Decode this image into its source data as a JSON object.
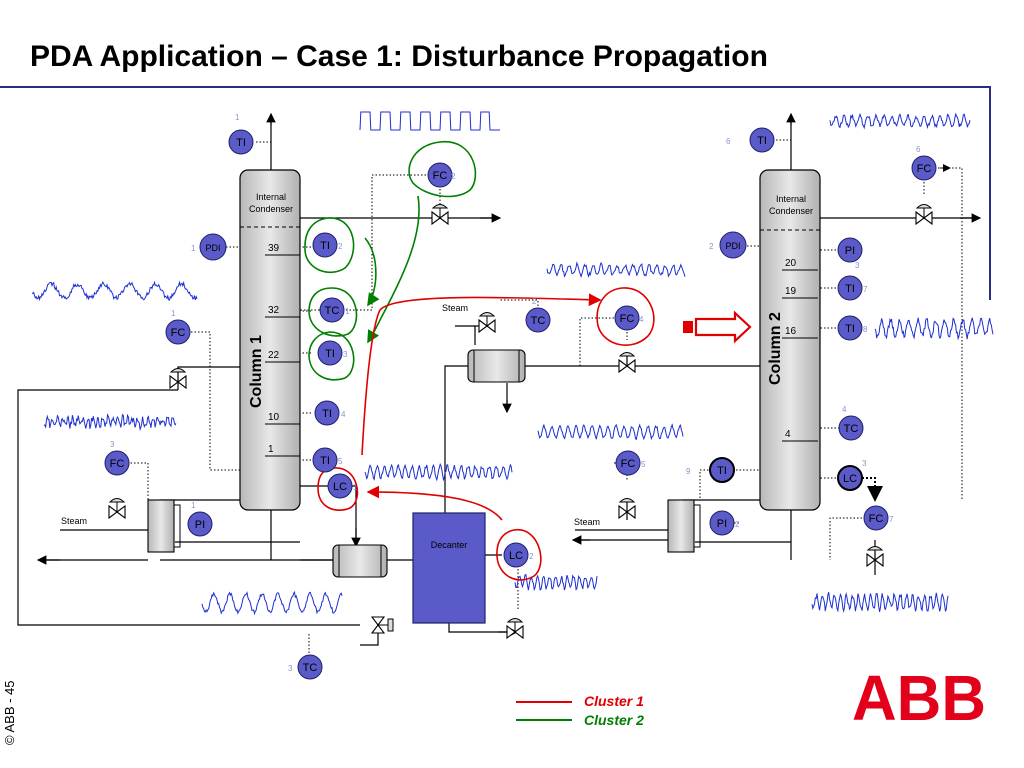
{
  "title": "PDA Application – Case 1: Disturbance Propagation",
  "copyright": "© ABB  - 45",
  "logo_text": "ABB",
  "colors": {
    "instrument_fill": "#5a5ac8",
    "instrument_stroke": "#20206a",
    "cluster1": "#e00000",
    "cluster2": "#008000",
    "trend": "#1c2fd0",
    "tag_number": "#8a94c8",
    "logo": "#e2001a",
    "arrow": "#e00000",
    "decanter": "#5a5ac8"
  },
  "column1": {
    "name": "Column 1",
    "condenser": [
      "Internal",
      "Condenser"
    ],
    "trays": [
      "39",
      "32",
      "22",
      "10",
      "1"
    ]
  },
  "column2": {
    "name": "Column 2",
    "condenser": [
      "Internal",
      "Condenser"
    ],
    "trays": [
      "20",
      "19",
      "16",
      "4"
    ]
  },
  "decanter": "Decanter",
  "steam": [
    "Steam",
    "Steam",
    "Steam"
  ],
  "instruments": [
    {
      "tag": "TI",
      "num": "1"
    },
    {
      "tag": "FC",
      "num": "2"
    },
    {
      "tag": "PDI",
      "num": "1"
    },
    {
      "tag": "TI",
      "num": "2"
    },
    {
      "tag": "TC",
      "num": "1"
    },
    {
      "tag": "TI",
      "num": "3"
    },
    {
      "tag": "FC",
      "num": "1"
    },
    {
      "tag": "TI",
      "num": "4"
    },
    {
      "tag": "TI",
      "num": "5"
    },
    {
      "tag": "LC",
      "num": "1"
    },
    {
      "tag": "FC",
      "num": "3"
    },
    {
      "tag": "PI",
      "num": "1"
    },
    {
      "tag": "TC",
      "num": "2"
    },
    {
      "tag": "TC",
      "num": "3"
    },
    {
      "tag": "FC",
      "num": "4"
    },
    {
      "tag": "LC",
      "num": "2"
    },
    {
      "tag": "FC",
      "num": "5"
    },
    {
      "tag": "TI",
      "num": "9"
    },
    {
      "tag": "PI",
      "num": "2"
    },
    {
      "tag": "TI",
      "num": "6"
    },
    {
      "tag": "FC",
      "num": "6"
    },
    {
      "tag": "PDI",
      "num": "2"
    },
    {
      "tag": "PI",
      "num": "3"
    },
    {
      "tag": "TI",
      "num": "7"
    },
    {
      "tag": "TI",
      "num": "8"
    },
    {
      "tag": "TC",
      "num": "4"
    },
    {
      "tag": "LC",
      "num": "3"
    },
    {
      "tag": "FC",
      "num": "7"
    }
  ],
  "legend": [
    {
      "label": "Cluster 1",
      "color": "#e00000"
    },
    {
      "label": "Cluster 2",
      "color": "#008000"
    }
  ]
}
